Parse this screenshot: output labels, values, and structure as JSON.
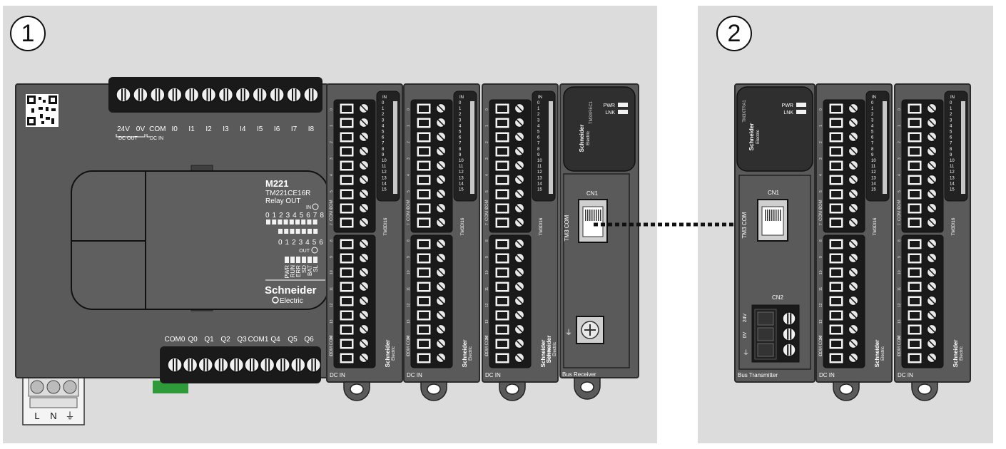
{
  "callouts": [
    "1",
    "2"
  ],
  "controller": {
    "series": "M221",
    "model": "TM221CE16R",
    "output_type": "Relay OUT",
    "brand_top": "Schneider",
    "brand_bottom": "Electric",
    "top_labels": [
      "24V",
      "0V",
      "COM",
      "I0",
      "I1",
      "I2",
      "I3",
      "I4",
      "I5",
      "I6",
      "I7",
      "I8"
    ],
    "dc_out": "DC OUT",
    "dc_in": "DC IN",
    "in_label": "IN",
    "out_label": "OUT",
    "in_numbers": "0 1 2 3 4 5 6 7 8",
    "out_numbers": "0 1 2 3 4 5 6",
    "status_leds": [
      "PWR",
      "RUN",
      "ERR",
      "SD",
      "BAT",
      "SL"
    ],
    "bottom_labels": [
      "COM0",
      "Q0",
      "Q1",
      "Q2",
      "Q3",
      "COM1",
      "Q4",
      "Q5",
      "Q6"
    ],
    "power_labels": [
      "L",
      "N",
      "⏚"
    ]
  },
  "input_modules": {
    "model": "TM3DI16",
    "footer": "DC IN",
    "in_label": "IN",
    "channels": [
      "0",
      "1",
      "2",
      "3",
      "4",
      "5",
      "6",
      "7",
      "8",
      "9",
      "10",
      "11",
      "12",
      "13",
      "14",
      "15"
    ],
    "com_label": "COM COM",
    "brand_top": "Schneider",
    "brand_bottom": "Electric"
  },
  "receiver": {
    "model": "TM3XREC1",
    "leds": [
      "PWR",
      "LNK"
    ],
    "port": "CN1",
    "port_side_label": "TM3 COM",
    "footer": "Bus Receiver",
    "brand_top": "Schneider",
    "brand_bottom": "Electric"
  },
  "transmitter": {
    "model": "TM3XTRA1",
    "leds": [
      "PWR",
      "LNK"
    ],
    "port": "CN1",
    "port_side_label": "TM3 COM",
    "power_port": "CN2",
    "power_labels": [
      "24V",
      "0V",
      "⏚"
    ],
    "footer": "Bus Transmitter",
    "brand_top": "Schneider",
    "brand_bottom": "Electric"
  },
  "colors": {
    "panel": "#dcdcdc",
    "housing": "#5a5a5a",
    "housing_dark": "#3f3f3f",
    "terminal": "#1a1a1a",
    "led": "#f2f2f2",
    "latch": "#2e9a3a"
  }
}
